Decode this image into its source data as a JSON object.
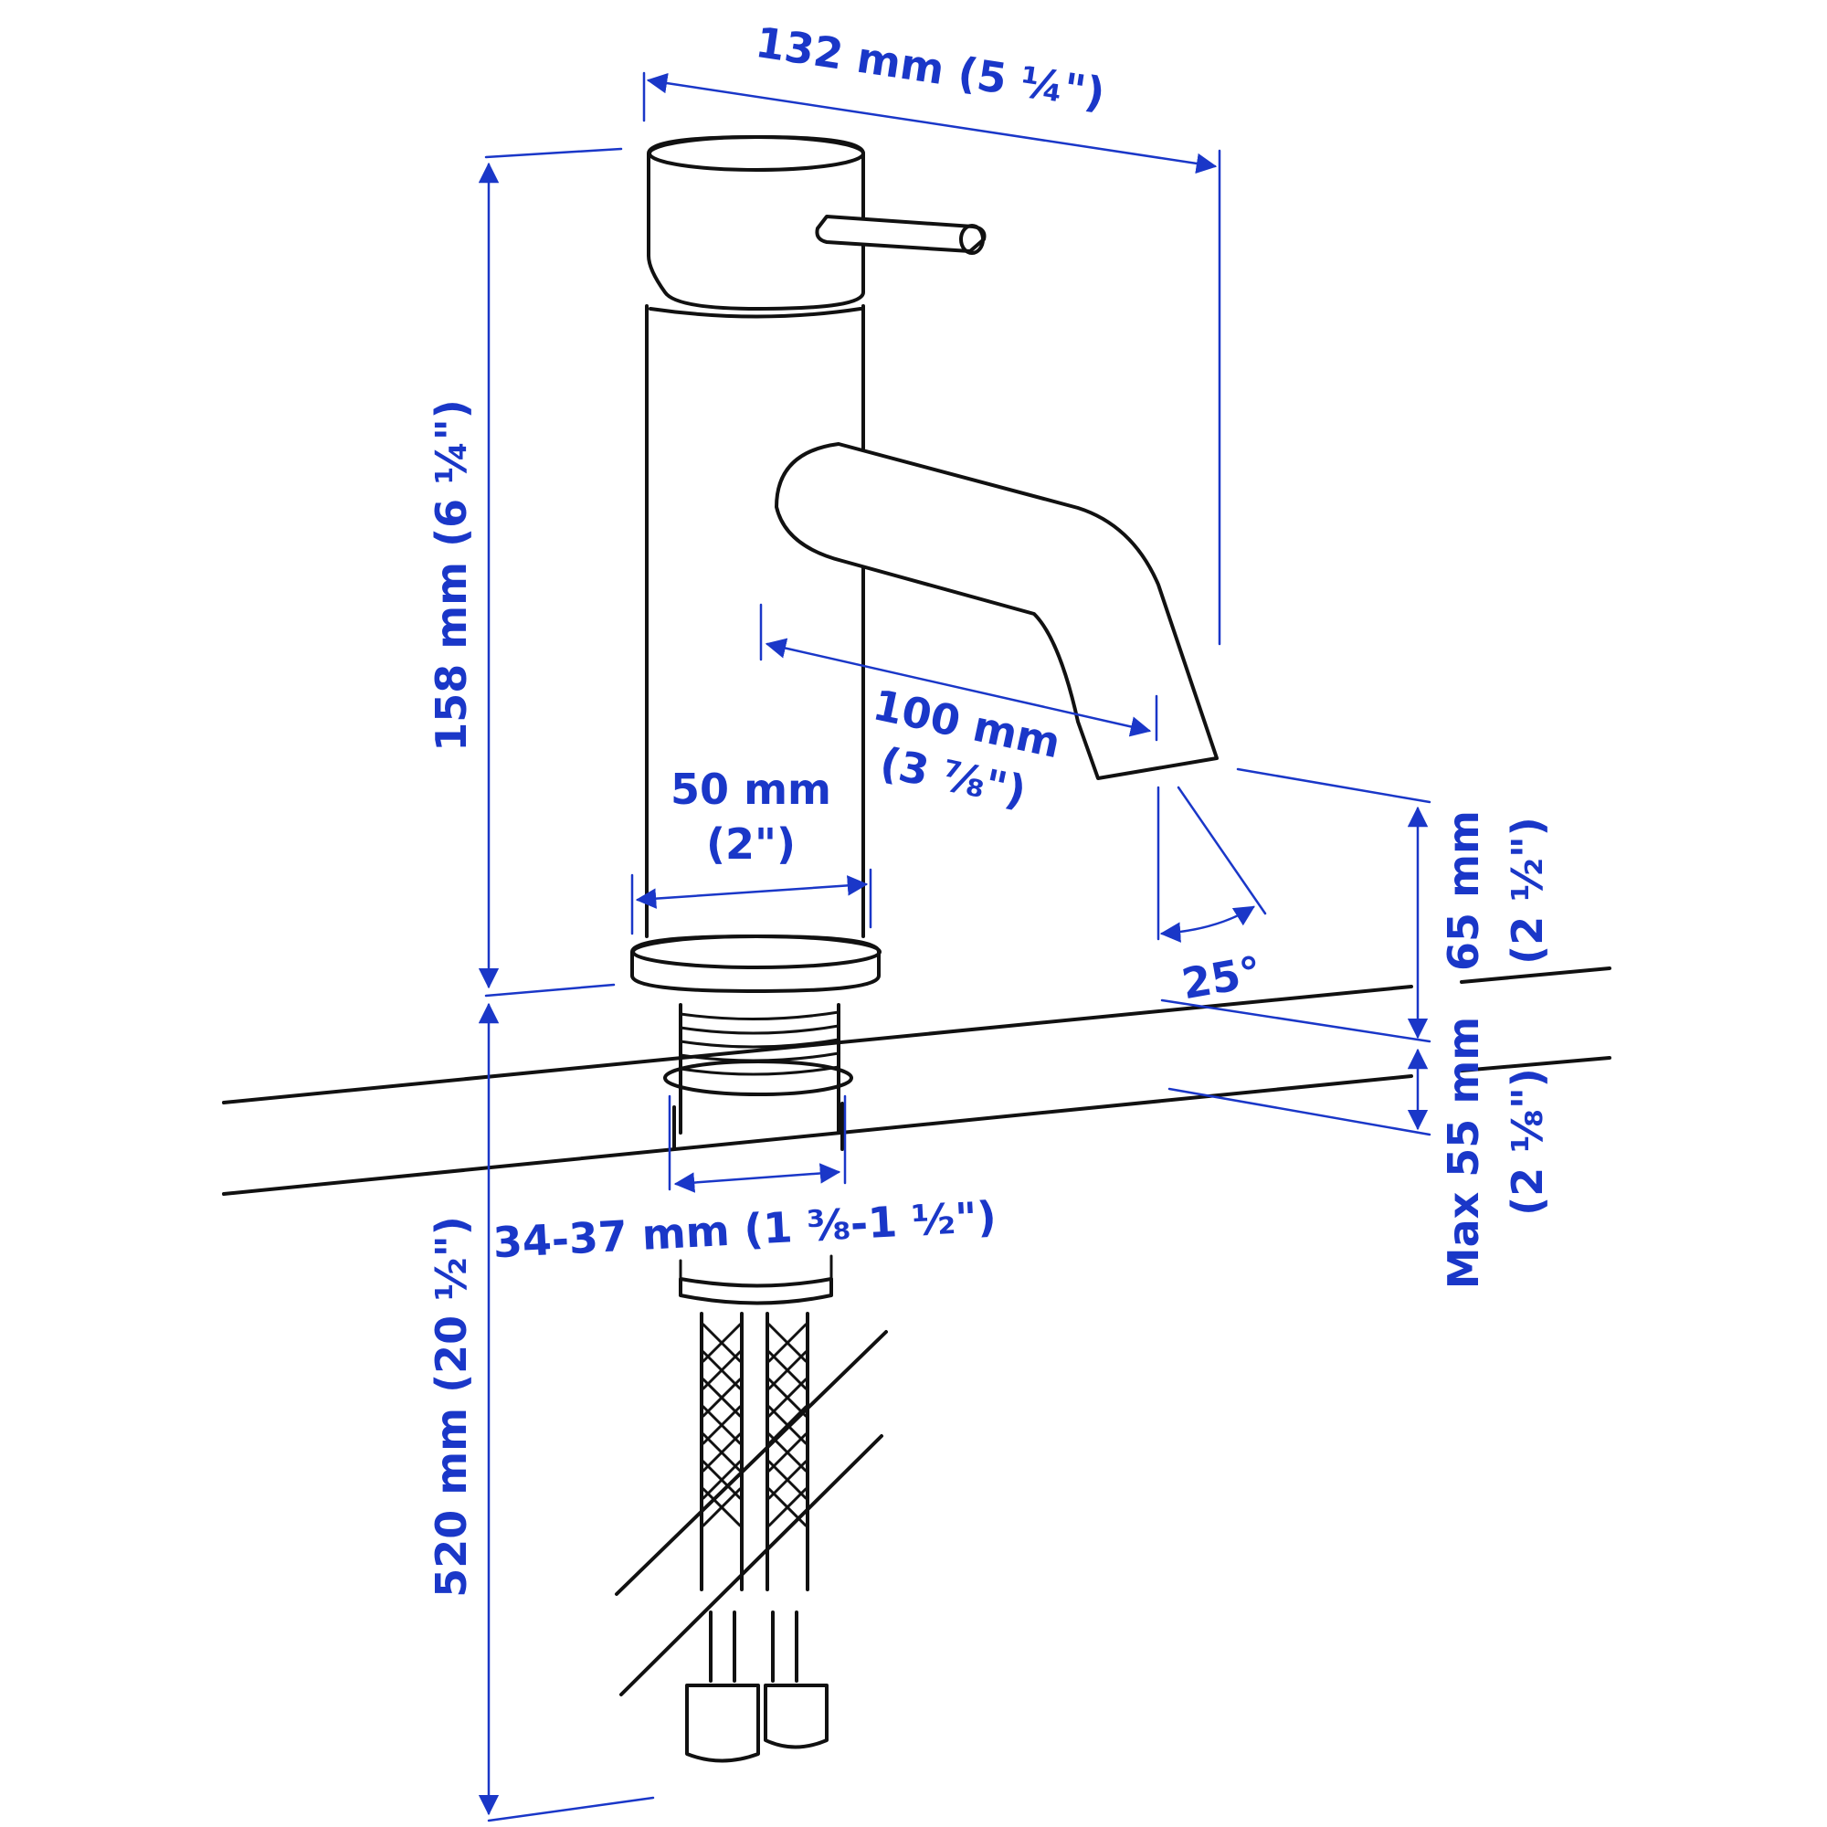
{
  "colors": {
    "dimension": "#1a37c8",
    "line_art": "#111111",
    "background": "#ffffff"
  },
  "dimensions": {
    "overall_width": "132 mm (5 ¼\")",
    "height": "158 mm (6 ¼\")",
    "spout_reach_mm": "100 mm",
    "spout_reach_in": "(3 ⅞\")",
    "base_diameter_mm": "50 mm",
    "base_diameter_in": "(2\")",
    "spout_angle": "25°",
    "spout_clearance_mm": "65 mm",
    "spout_clearance_in": "(2 ½\")",
    "max_thickness_mm": "Max 55 mm",
    "max_thickness_in": "(2 ⅛\")",
    "hole_diameter": "34-37 mm (1 ⅜-1 ½\")",
    "hose_length": "520 mm (20 ½\")"
  }
}
